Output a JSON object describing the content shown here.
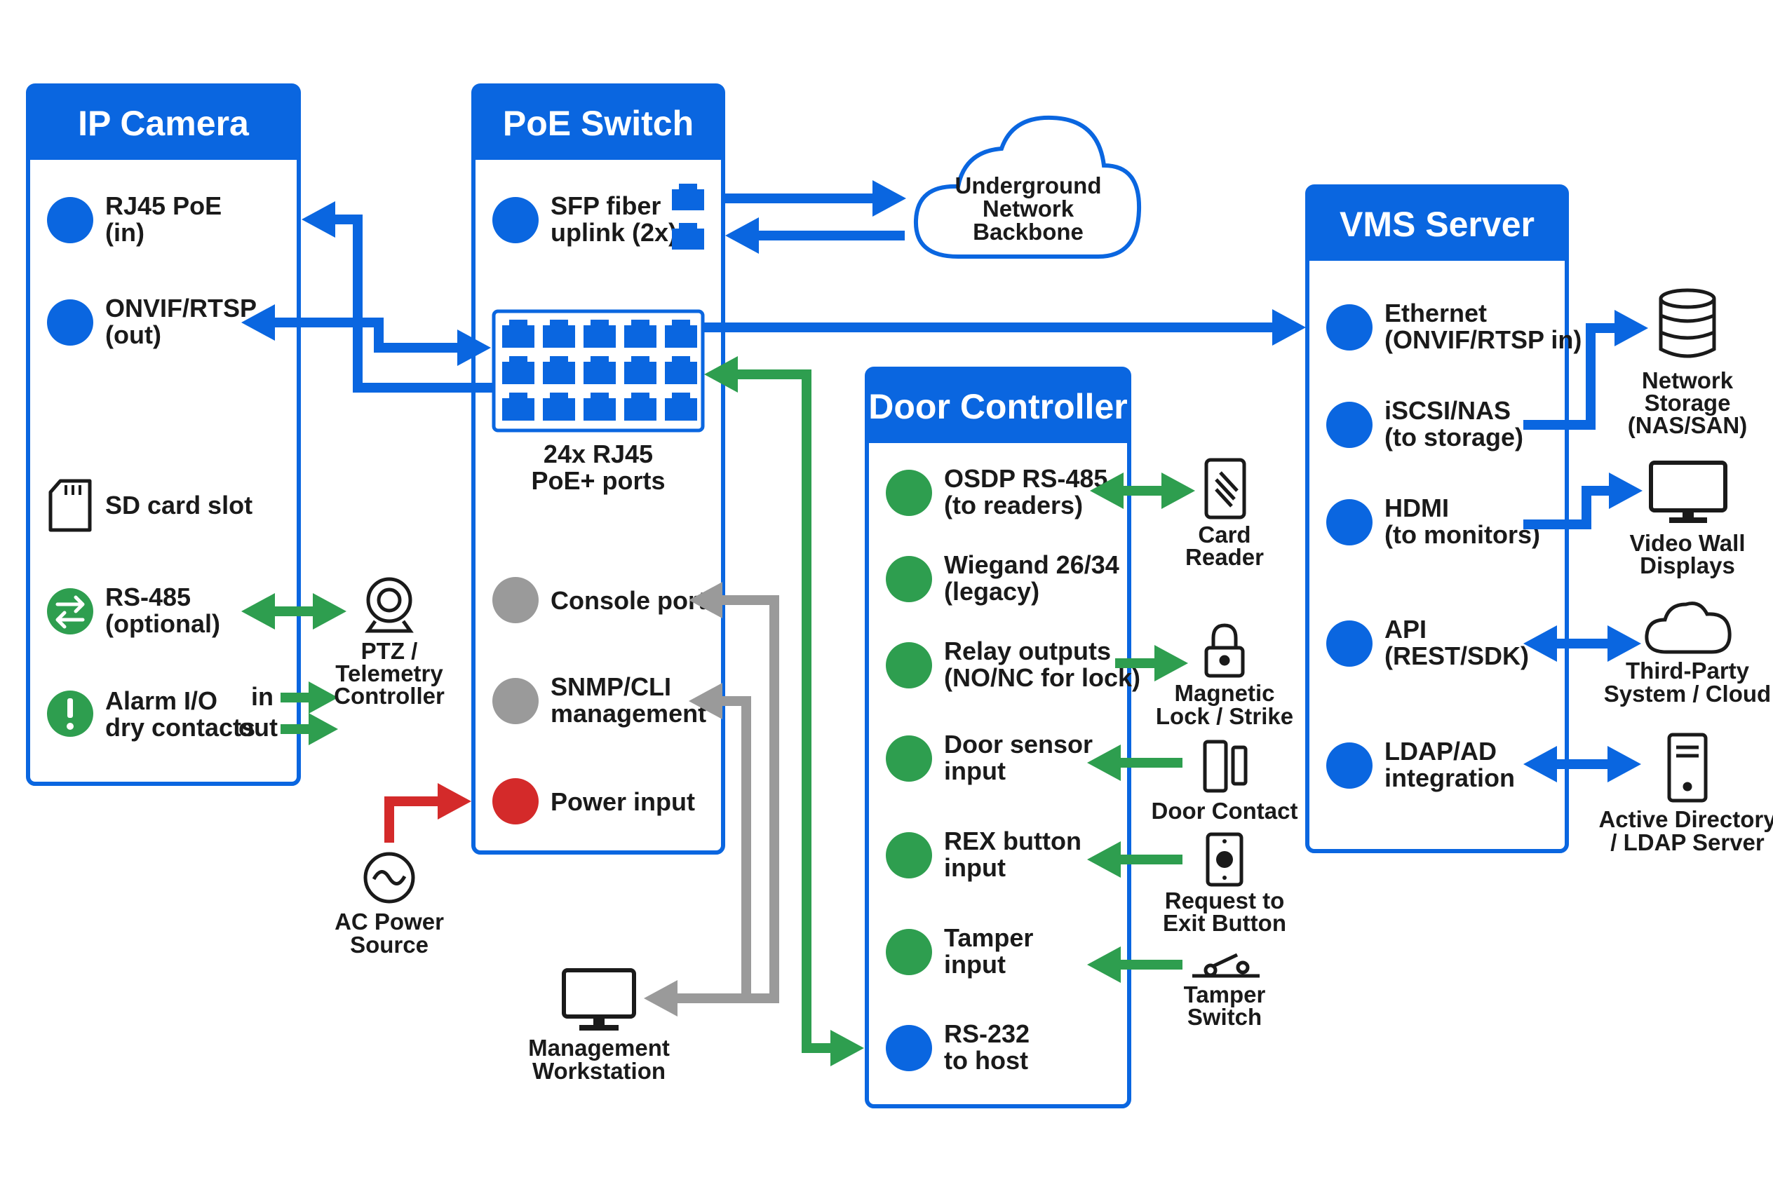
{
  "colors": {
    "blue": "#0a66e0",
    "green": "#2e9e4f",
    "gray": "#9a9a9a",
    "red": "#d42a2a",
    "ink": "#1a1a1a"
  },
  "ip_camera": {
    "title": "IP Camera",
    "ports": {
      "rj45": [
        "RJ45 PoE",
        "(in)"
      ],
      "onvif": [
        "ONVIF/RTSP",
        "(out)"
      ],
      "sd": [
        "SD card slot"
      ],
      "rs485": [
        "RS-485",
        "(optional)"
      ],
      "alarm": [
        "Alarm I/O",
        "dry contacts"
      ],
      "alarm_in": "in",
      "alarm_out": "out"
    }
  },
  "poe_switch": {
    "title": "PoE Switch",
    "ports": {
      "sfp": [
        "SFP fiber",
        "uplink (2x)"
      ],
      "console": [
        "Console port"
      ],
      "snmp": [
        "SNMP/CLI",
        "management"
      ],
      "power": [
        "Power input"
      ]
    },
    "port_grid_label": [
      "24x RJ45",
      "PoE+ ports"
    ]
  },
  "door_controller": {
    "title": "Door Controller",
    "ports": {
      "osdp": [
        "OSDP RS-485",
        "(to readers)"
      ],
      "wiegand": [
        "Wiegand 26/34",
        "(legacy)"
      ],
      "relay": [
        "Relay outputs",
        "(NO/NC for lock)"
      ],
      "door_sensor": [
        "Door sensor",
        "input"
      ],
      "rex": [
        "REX button",
        "input"
      ],
      "tamper": [
        "Tamper",
        "input"
      ],
      "rs232": [
        "RS-232",
        "to host"
      ]
    }
  },
  "vms_server": {
    "title": "VMS Server",
    "ports": {
      "ethernet": [
        "Ethernet",
        "(ONVIF/RTSP in)"
      ],
      "iscsi": [
        "iSCSI/NAS",
        "(to storage)"
      ],
      "hdmi": [
        "HDMI",
        "(to monitors)"
      ],
      "api": [
        "API",
        "(REST/SDK)"
      ],
      "ldap": [
        "LDAP/AD",
        "integration"
      ]
    }
  },
  "external": {
    "backbone": [
      "Underground",
      "Network",
      "Backbone"
    ],
    "ptz": [
      "PTZ /",
      "Telemetry",
      "Controller"
    ],
    "ac_power": [
      "AC Power",
      "Source"
    ],
    "workstation": [
      "Management",
      "Workstation"
    ],
    "card_reader": [
      "Card",
      "Reader"
    ],
    "mag_lock": [
      "Magnetic",
      "Lock / Strike"
    ],
    "door_contact": [
      "Door Contact"
    ],
    "rex_button": [
      "Request to",
      "Exit Button"
    ],
    "tamper_switch": [
      "Tamper",
      "Switch"
    ],
    "storage": [
      "Network",
      "Storage",
      "(NAS/SAN)"
    ],
    "video_wall": [
      "Video Wall",
      "Displays"
    ],
    "third_party": [
      "Third-Party",
      "System / Cloud"
    ],
    "active_directory": [
      "Active Directory",
      "/ LDAP Server"
    ]
  }
}
